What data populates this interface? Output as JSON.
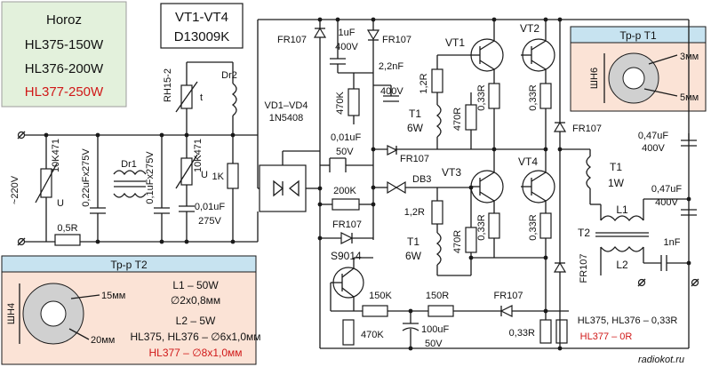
{
  "title_box": {
    "brand": "Horoz",
    "models": [
      {
        "text": "HL375-150W",
        "color": "#111111"
      },
      {
        "text": "HL376-200W",
        "color": "#111111"
      },
      {
        "text": "HL377-250W",
        "color": "#d01818"
      }
    ],
    "bg": "#e3f1dc"
  },
  "transistor_box": {
    "line1": "VT1-VT4",
    "line2": "D13009K"
  },
  "t1_box": {
    "title": "Тр-р Т1",
    "dim_w": "3мм",
    "dim_h": "ШН6",
    "dim_d": "5мм",
    "header_bg": "#c7e3f0",
    "body_bg": "#fbe3d6"
  },
  "t2_box": {
    "title": "Тр-р Т2",
    "dim_h": "ШН4",
    "dim_w": "15мм",
    "dim_d": "20мм",
    "l1_line1": "L1 – 50W",
    "l1_line2": "∅2x0,8мм",
    "l2_line1": "L2 – 5W",
    "l2_line2": "HL375, HL376 – ∅6x1,0мм",
    "l2_line3": "HL377 – ∅8x1,0мм",
    "header_bg": "#c7e3f0",
    "body_bg": "#fbe3d6"
  },
  "labels": {
    "mains": "~220V",
    "varistor_in": "10K471",
    "u1": "U",
    "cap_x1": "0,22uFx275V",
    "cap_x2": "0,1uFx275V",
    "fuse": "0,5R",
    "dr1": "Dr1",
    "dr2": "Dr2",
    "ntc": "RH15-2",
    "ntc_t": "t",
    "varistor2": "10K471",
    "u2": "U",
    "r1k": "1K",
    "c001_1": "0,01uF",
    "c275": "275V",
    "bridge1": "VD1–VD4",
    "bridge2": "1N5408",
    "fr107_a": "FR107",
    "fr107_b": "FR107",
    "c1uf": "1uF",
    "c1uf_v": "400V",
    "c22nf": "2,2nF",
    "c22nf_v": "400V",
    "r470k_a": "470K",
    "vt1": "VT1",
    "vt2": "VT2",
    "vt3": "VT3",
    "vt4": "VT4",
    "r12_a": "1,2R",
    "r12_b": "1,2R",
    "r470_a": "470R",
    "r470_b": "470R",
    "t1_a": "T1",
    "t1_a2": "6W",
    "t1_b": "T1",
    "t1_b2": "6W",
    "t1_c": "T1",
    "t1_c2": "1W",
    "r033_1": "0,33R",
    "r033_2": "0,33R",
    "r033_3": "0,33R",
    "r033_4": "0,33R",
    "r033_5": "0,33R",
    "c001_2": "0,01uF",
    "c50v": "50V",
    "fr107_c": "FR107",
    "db3": "DB3",
    "r200k": "200K",
    "fr107_d": "FR107",
    "s9014": "S9014",
    "r150k": "150K",
    "r150r": "150R",
    "fr107_e": "FR107",
    "r470k_b": "470K",
    "c100uf": "100uF",
    "c100uf_v": "50V",
    "fr107_f": "FR107",
    "fr107_g": "FR107",
    "c047_a": "0,47uF",
    "c047_a_v": "400V",
    "c047_b": "0,47uF",
    "c047_b_v": "400V",
    "l1": "L1",
    "l2": "L2",
    "t2": "T2",
    "c1nf": "1nF",
    "note_a": "HL375, HL376 – 0,33R",
    "note_b": "HL377 – 0R",
    "watermark": "radiokot.ru"
  }
}
